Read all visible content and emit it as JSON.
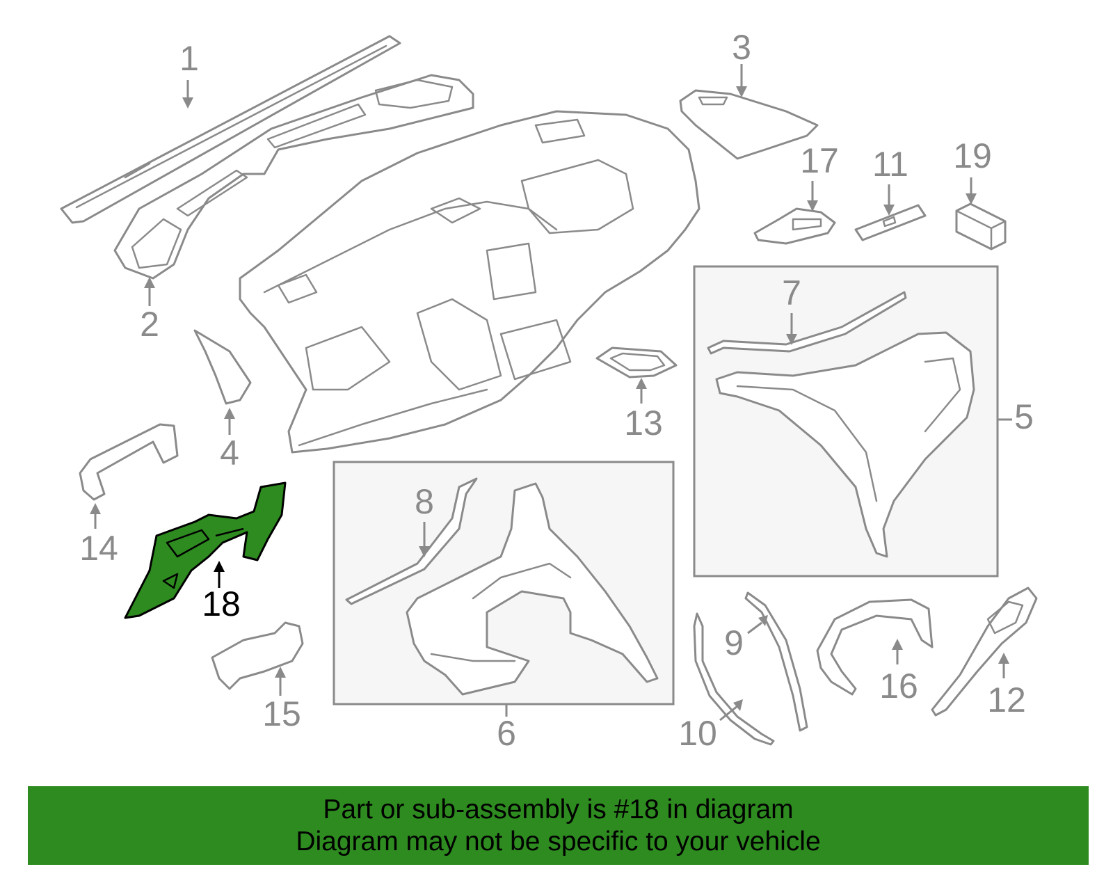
{
  "callouts": [
    {
      "label": "1"
    },
    {
      "label": "2"
    },
    {
      "label": "3"
    },
    {
      "label": "4"
    },
    {
      "label": "5"
    },
    {
      "label": "6"
    },
    {
      "label": "7"
    },
    {
      "label": "8"
    },
    {
      "label": "9"
    },
    {
      "label": "10"
    },
    {
      "label": "11"
    },
    {
      "label": "12"
    },
    {
      "label": "13"
    },
    {
      "label": "14"
    },
    {
      "label": "15"
    },
    {
      "label": "16"
    },
    {
      "label": "17"
    },
    {
      "label": "18"
    },
    {
      "label": "19"
    }
  ],
  "highlighted_part": "18",
  "banner": {
    "line1": "Part or sub-assembly is #18 in diagram",
    "line2": "Diagram may not be specific to your vehicle"
  },
  "colors": {
    "highlight": "#2e8b20",
    "banner": "#2e8b20",
    "linework": "#8a8a8a"
  }
}
